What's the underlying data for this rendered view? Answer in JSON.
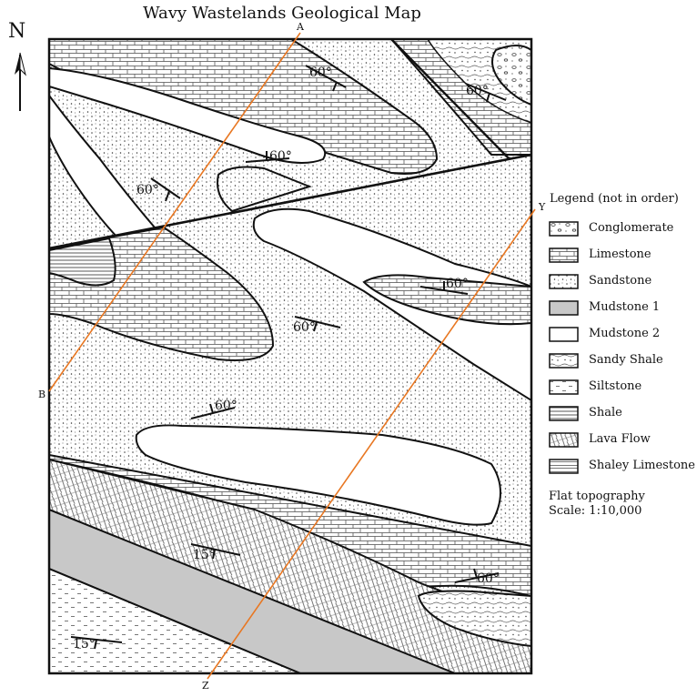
{
  "title": "Wavy Wastelands Geological Map",
  "north_label": "N",
  "section_lines": [
    {
      "start": "A",
      "end": "B"
    },
    {
      "start": "Y",
      "end": "Z"
    }
  ],
  "dip_labels": [
    "60°",
    "60°",
    "60°",
    "60°",
    "60°",
    "60°",
    "60°",
    "60°",
    "15°",
    "15°"
  ],
  "legend": {
    "title": "Legend (not in order)",
    "items": [
      {
        "label": "Conglomerate",
        "pattern": "conglomerate"
      },
      {
        "label": "Limestone",
        "pattern": "limestone"
      },
      {
        "label": "Sandstone",
        "pattern": "sandstone"
      },
      {
        "label": "Mudstone 1",
        "pattern": "mudstone1"
      },
      {
        "label": "Mudstone 2",
        "pattern": "mudstone2"
      },
      {
        "label": "Sandy Shale",
        "pattern": "sandyshale"
      },
      {
        "label": "Siltstone",
        "pattern": "siltstone"
      },
      {
        "label": "Shale",
        "pattern": "shale"
      },
      {
        "label": "Lava Flow",
        "pattern": "lava"
      },
      {
        "label": "Shaley Limestone",
        "pattern": "shaleylimestone"
      }
    ]
  },
  "footer": {
    "topography": "Flat topography",
    "scale": "Scale: 1:10,000"
  },
  "colors": {
    "line": "#111111",
    "section_line": "#e87722",
    "mudstone1_fill": "#c8c8c8"
  }
}
